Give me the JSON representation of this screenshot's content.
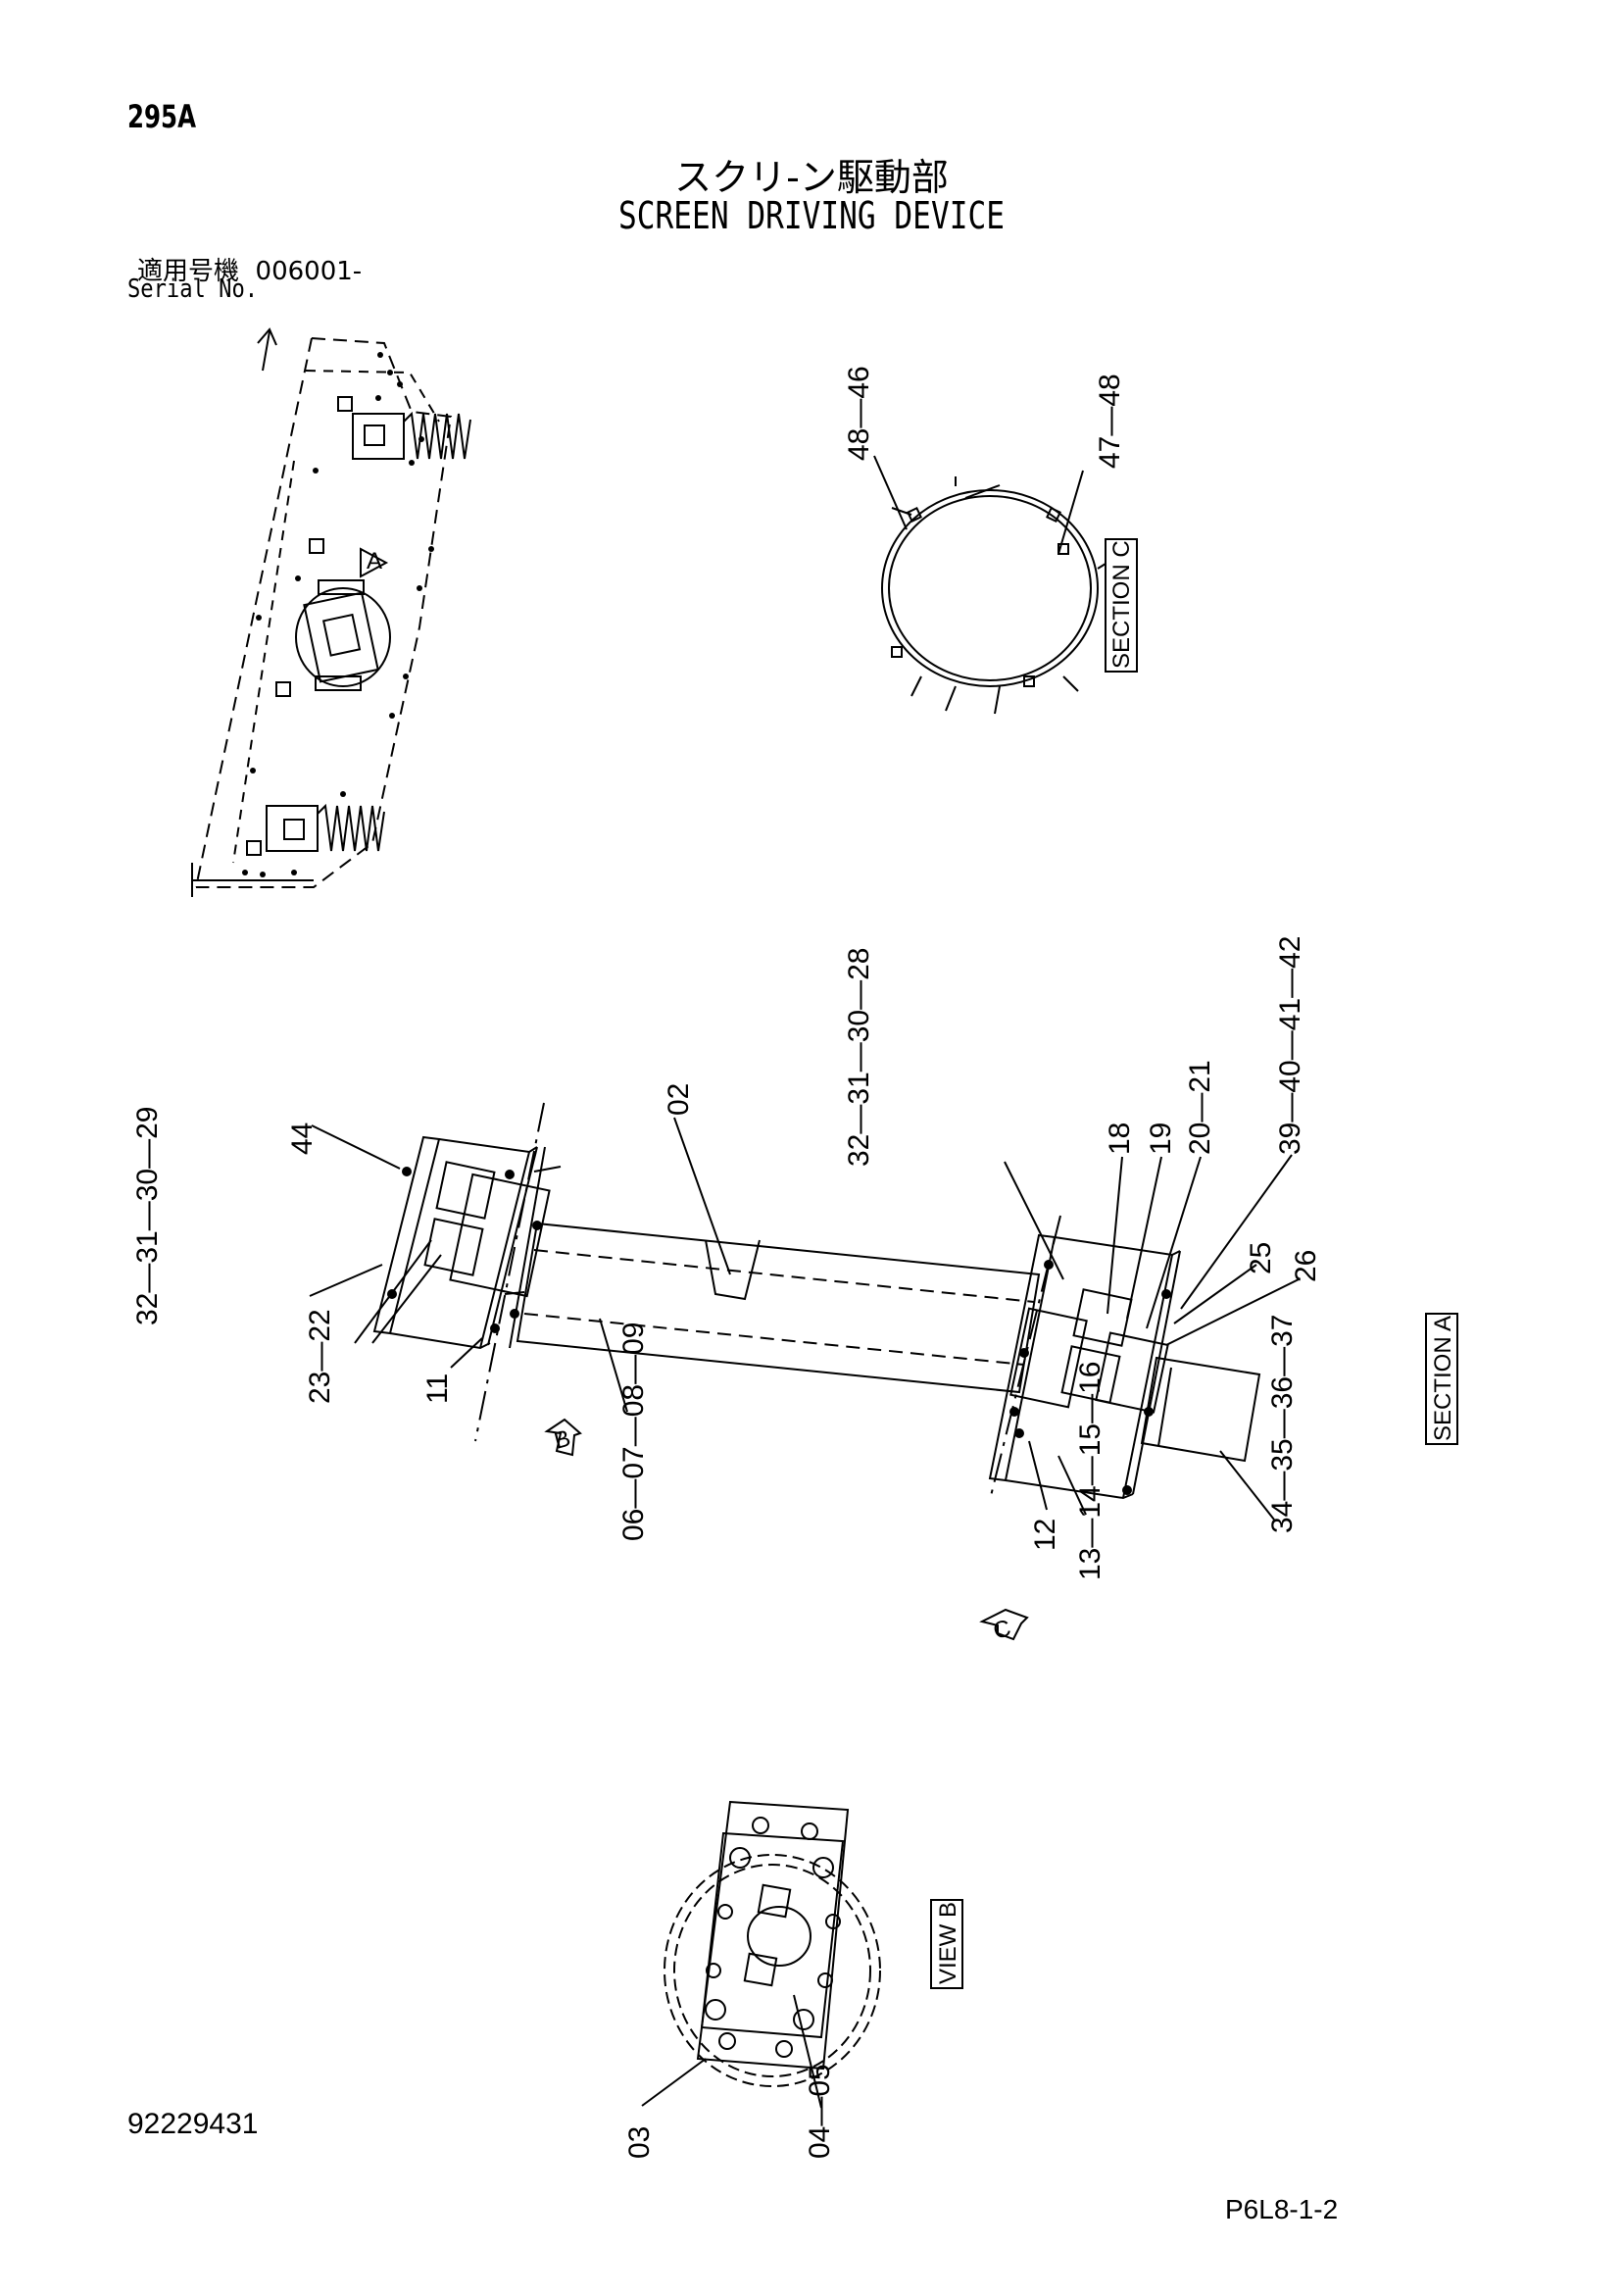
{
  "header": {
    "page_number": "295A",
    "title_japanese": "スクリ-ン駆動部",
    "title_english": "SCREEN DRIVING DEVICE",
    "serial_label_japanese": "適用号機",
    "serial_value": "006001-",
    "serial_label_english": "Serial No."
  },
  "section_labels": {
    "section_c": "SECTION C",
    "section_a": "SECTION A",
    "view_b": "VIEW B"
  },
  "view_markers": {
    "a": "A",
    "b": "B",
    "c": "C"
  },
  "callouts": {
    "section_c_left": "48—46",
    "section_c_right": "47—48",
    "top_left_44": "44",
    "left_group": "32—31—30—29",
    "left_23_22": "23—22",
    "left_11": "11",
    "shaft_02": "02",
    "shaft_group": "06—07—08—09",
    "right_top_group": "32—31—30—28",
    "right_18": "18",
    "right_19": "19",
    "right_20_21": "20—21",
    "right_39_42": "39—40—41—42",
    "right_25": "25",
    "right_26": "26",
    "right_12": "12",
    "right_13_16": "13—14—15—16",
    "right_34_37": "34—35—36—37",
    "view_b_03": "03",
    "view_b_04_05": "04—05"
  },
  "footer": {
    "drawing_number": "92229431",
    "page_code": "P6L8-1-2"
  }
}
